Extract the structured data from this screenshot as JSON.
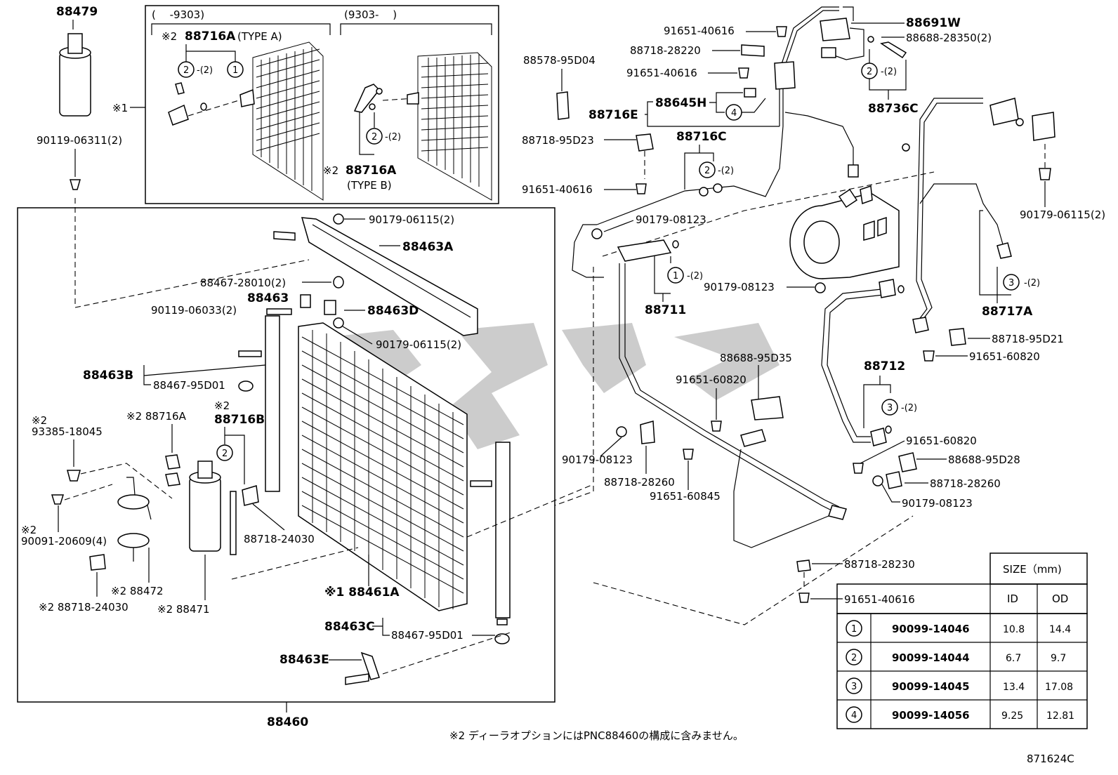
{
  "inset": {
    "left_range": "(　 -9303)",
    "right_range": "(9303-　 )",
    "mark1": "※1",
    "type_a": {
      "note": "※2",
      "part": "88716A",
      "suffix": "(TYPE A)"
    },
    "type_b": {
      "note": "※2",
      "part": "88716A",
      "suffix": "(TYPE B)"
    }
  },
  "table": {
    "header_size": "SIZE（mm)",
    "col_id": "ID",
    "col_od": "OD",
    "rows": [
      {
        "num": "1",
        "part": "90099-14046",
        "id": "10.8",
        "od": "14.4"
      },
      {
        "num": "2",
        "part": "90099-14044",
        "id": "6.7",
        "od": "9.7"
      },
      {
        "num": "3",
        "part": "90099-14045",
        "id": "13.4",
        "od": "17.08"
      },
      {
        "num": "4",
        "part": "90099-14056",
        "id": "9.25",
        "od": "12.81"
      }
    ]
  },
  "footnote": "※2 ディーラオプションにはPNC88460の構成に含みません。",
  "figure_code": "871624C",
  "assembly": "88460",
  "labels": {
    "p88479": "88479",
    "p90119_06311": "90119-06311(2)",
    "p90179_06115_top": "90179-06115(2)",
    "p88463A": "88463A",
    "p88467_28010": "88467-28010(2)",
    "p88463": "88463",
    "p90119_06033": "90119-06033(2)",
    "p88463D": "88463D",
    "p90179_06115_mid": "90179-06115(2)",
    "p88463B": "88463B",
    "p88467_95D01_a": "88467-95D01",
    "p88716A_left": "※2 88716A",
    "p88716B": "88716B",
    "p88716B_note": "※2",
    "p93385_note": "※2",
    "p93385": "93385-18045",
    "p90091_note": "※2",
    "p90091": "90091-20609(4)",
    "p88472": "※2 88472",
    "p88718_24030_left": "※2 88718-24030",
    "p88471": "※2 88471",
    "p88718_24030": "88718-24030",
    "p88461A": "※1 88461A",
    "p88463C": "88463C",
    "p88467_95D01_b": "88467-95D01",
    "p88463E": "88463E",
    "p88578": "88578-95D04",
    "p91651_40616_a": "91651-40616",
    "p88718_28220": "88718-28220",
    "p91651_40616_b": "91651-40616",
    "p88716E": "88716E",
    "p88645H": "88645H",
    "p88718_95D23": "88718-95D23",
    "p88716C": "88716C",
    "p91651_40616_c": "91651-40616",
    "p88691W": "88691W",
    "p88688_28350": "88688-28350(2)",
    "p88736C": "88736C",
    "p90179_06115_right": "90179-06115(2)",
    "p90179_08123_a": "90179-08123",
    "p88711": "88711",
    "p90179_08123_b": "90179-08123",
    "p88717A": "88717A",
    "p88718_95D21": "88718-95D21",
    "p91651_60820_a": "91651-60820",
    "p88688_95D35": "88688-95D35",
    "p91651_60820_b": "91651-60820",
    "p88712": "88712",
    "p91651_60820_c": "91651-60820",
    "p88688_95D28": "88688-95D28",
    "p88718_28260_a": "88718-28260",
    "p90179_08123_c": "90179-08123",
    "p90179_08123_d": "90179-08123",
    "p88718_28260_b": "88718-28260",
    "p91651_60845": "91651-60845",
    "p88718_28230": "88718-28230",
    "p91651_40616_d": "91651-40616"
  },
  "circle_tags": {
    "c1": "1",
    "c2": "2",
    "c3": "3",
    "c4": "4",
    "qty2": "-(2)"
  }
}
